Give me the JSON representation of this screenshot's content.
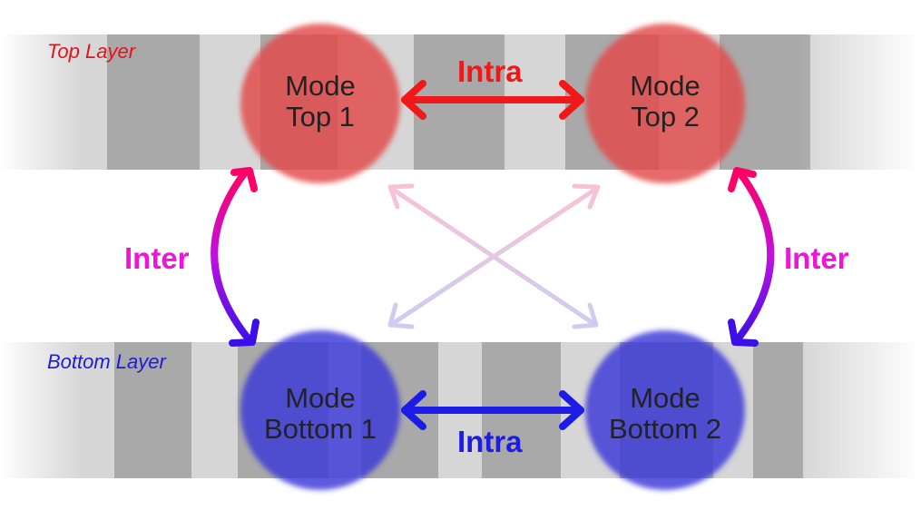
{
  "layers": {
    "top": {
      "label": "Top Layer"
    },
    "bottom": {
      "label": "Bottom Layer"
    }
  },
  "modes": {
    "top1": {
      "line1": "Mode",
      "line2": "Top 1"
    },
    "top2": {
      "line1": "Mode",
      "line2": "Top 2"
    },
    "bottom1": {
      "line1": "Mode",
      "line2": "Bottom 1"
    },
    "bottom2": {
      "line1": "Mode",
      "line2": "Bottom 2"
    }
  },
  "connections": {
    "intra_top": "Intra",
    "intra_bottom": "Intra",
    "inter_left": "Inter",
    "inter_right": "Inter"
  },
  "colors": {
    "top_label": "#e8121b",
    "bottom_label": "#1f1adc",
    "top_mode_fill": "#e34a4a",
    "bottom_mode_fill": "#3c38d8",
    "intra_top": "#f01818",
    "intra_bottom": "#1c1ce6",
    "inter_top": "#ff0066",
    "inter_bottom": "#3d0fe8",
    "inter_label": "#f014d8",
    "cross_arrows": "#f4b8d8",
    "stripe_light": "#d6d6d6",
    "stripe_dark": "#a9a9a9"
  }
}
